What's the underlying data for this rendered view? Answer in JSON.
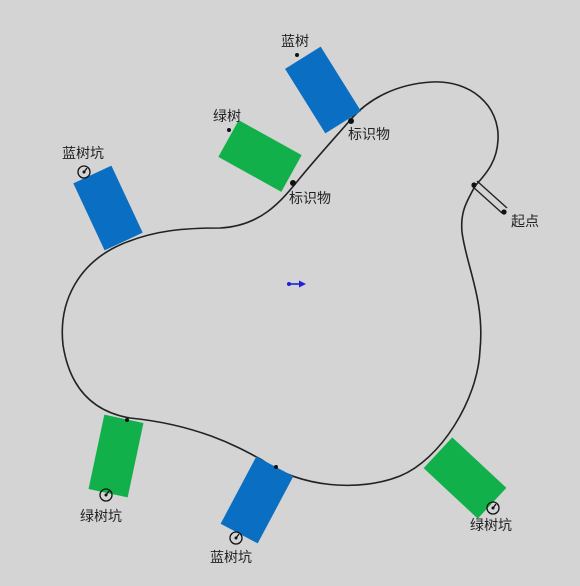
{
  "labels": {
    "start": "起点",
    "landmark_1": "标识物",
    "landmark_2": "标识物",
    "blue_tree": "蓝树",
    "green_tree": "绿树",
    "blue_pit_1": "蓝树坑",
    "blue_pit_2": "蓝树坑",
    "green_pit_1": "绿树坑",
    "green_pit_2": "绿树坑"
  },
  "colors": {
    "background": "#d4d4d4",
    "track": "#222222",
    "blue": "#0a6fc2",
    "green": "#12b04a",
    "marker": "#1f1fdc"
  }
}
